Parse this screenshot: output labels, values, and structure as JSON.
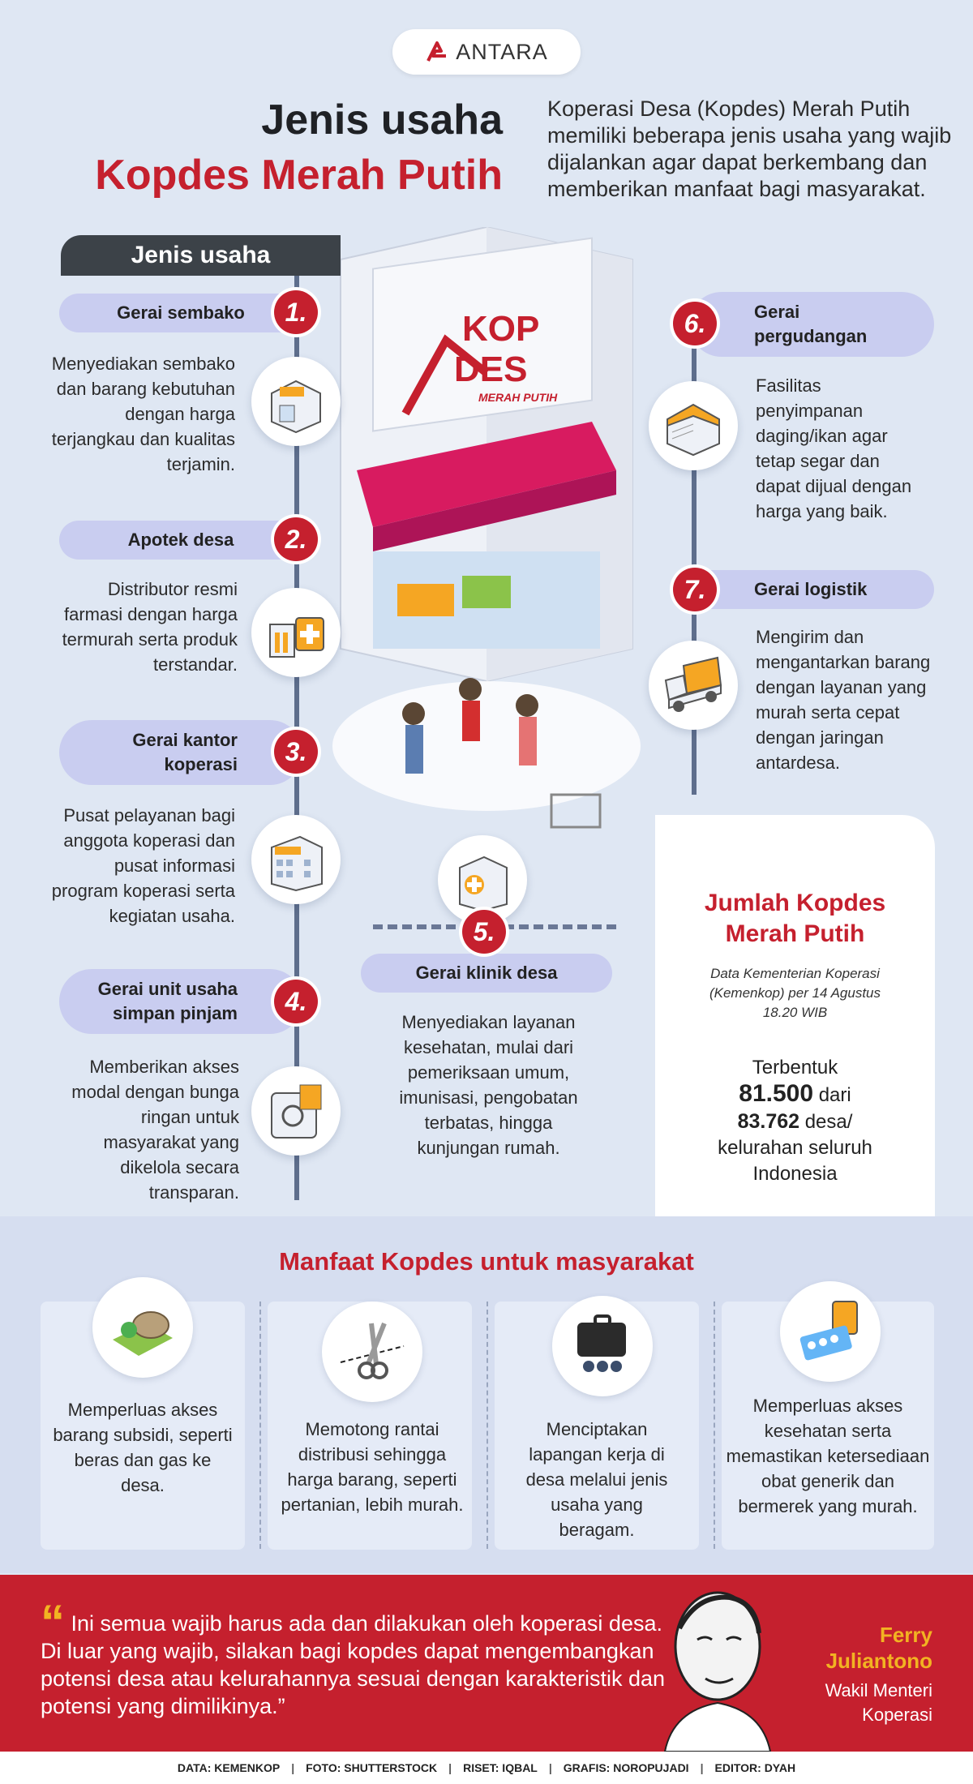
{
  "logo": {
    "text": "ANTARA",
    "icon": "antara-logo-icon"
  },
  "title": {
    "line1": "Jenis usaha",
    "line2": "Kopdes Merah Putih"
  },
  "intro": "Koperasi Desa (Kopdes) Merah Putih memiliki beberapa jenis usaha yang wajib dijalankan agar dapat berkembang dan memberikan manfaat bagi masyarakat.",
  "jenis_label": "Jenis usaha",
  "store_sign": {
    "line1": "KOP",
    "line2": "DES",
    "line3": "MERAH PUTIH"
  },
  "items": [
    {
      "num": "1.",
      "title": "Gerai sembako",
      "desc": "Menyediakan sembako dan barang kebutuhan dengan harga terjangkau dan kualitas terjamin.",
      "icon": "store-icon"
    },
    {
      "num": "2.",
      "title": "Apotek desa",
      "desc": "Distributor resmi farmasi dengan harga termurah serta produk terstandar.",
      "icon": "pharmacy-icon"
    },
    {
      "num": "3.",
      "title": "Gerai kantor koperasi",
      "desc": "Pusat pelayanan bagi anggota koperasi dan pusat informasi program koperasi serta kegiatan usaha.",
      "icon": "office-icon"
    },
    {
      "num": "4.",
      "title": "Gerai unit usaha simpan pinjam",
      "desc": "Memberikan akses modal dengan bunga ringan untuk masyarakat yang dikelola secara transparan.",
      "icon": "safe-icon"
    },
    {
      "num": "5.",
      "title": "Gerai klinik desa",
      "desc": "Menyediakan layanan kesehatan, mulai dari pemeriksaan umum, imunisasi, pengobatan terbatas, hingga kunjungan rumah.",
      "icon": "clinic-icon"
    },
    {
      "num": "6.",
      "title": "Gerai pergudangan",
      "desc": "Fasilitas penyimpanan daging/ikan agar tetap segar dan dapat dijual dengan harga yang baik.",
      "icon": "warehouse-icon"
    },
    {
      "num": "7.",
      "title": "Gerai logistik",
      "desc": "Mengirim dan mengantarkan barang dengan layanan yang murah serta cepat dengan jaringan antardesa.",
      "icon": "truck-icon"
    }
  ],
  "stats": {
    "title": "Jumlah Kopdes Merah Putih",
    "source": "Data Kementerian Koperasi (Kemenkop) per 14 Agustus 18.20 WIB",
    "label": "Terbentuk",
    "formed": "81.500",
    "from": "dari",
    "total": "83.762",
    "unit": "desa/ kelurahan seluruh Indonesia"
  },
  "benefits_title": "Manfaat Kopdes untuk masyarakat",
  "benefits": [
    {
      "text": "Memperluas akses barang subsidi, seperti beras dan gas ke desa.",
      "icon": "rice-sack-icon"
    },
    {
      "text": "Memotong rantai distribusi sehingga harga barang, seperti pertanian, lebih murah.",
      "icon": "scissors-icon"
    },
    {
      "text": "Menciptakan lapangan kerja di desa melalui jenis usaha yang beragam.",
      "icon": "briefcase-icon"
    },
    {
      "text": "Memperluas akses kesehatan serta memastikan ketersediaan obat generik dan bermerek yang murah.",
      "icon": "medicine-icon"
    }
  ],
  "quote": {
    "text": "Ini semua wajib harus ada dan dilakukan oleh koperasi desa. Di luar yang wajib, silakan bagi kopdes dapat mengembangkan potensi desa atau kelurahannya sesuai dengan karakteristik dan potensi yang dimilikinya.”",
    "name": "Ferry Juliantono",
    "role": "Wakil Menteri Koperasi"
  },
  "footer": [
    "DATA: KEMENKOP",
    "FOTO: SHUTTERSTOCK",
    "RISET: IQBAL",
    "GRAFIS: NOROPUJADI",
    "EDITOR: DYAH"
  ],
  "colors": {
    "red": "#c5202e",
    "navy": "#3c4248",
    "pill": "#c9cdf0",
    "gold": "#f2b322",
    "background": "#dfe7f3"
  }
}
